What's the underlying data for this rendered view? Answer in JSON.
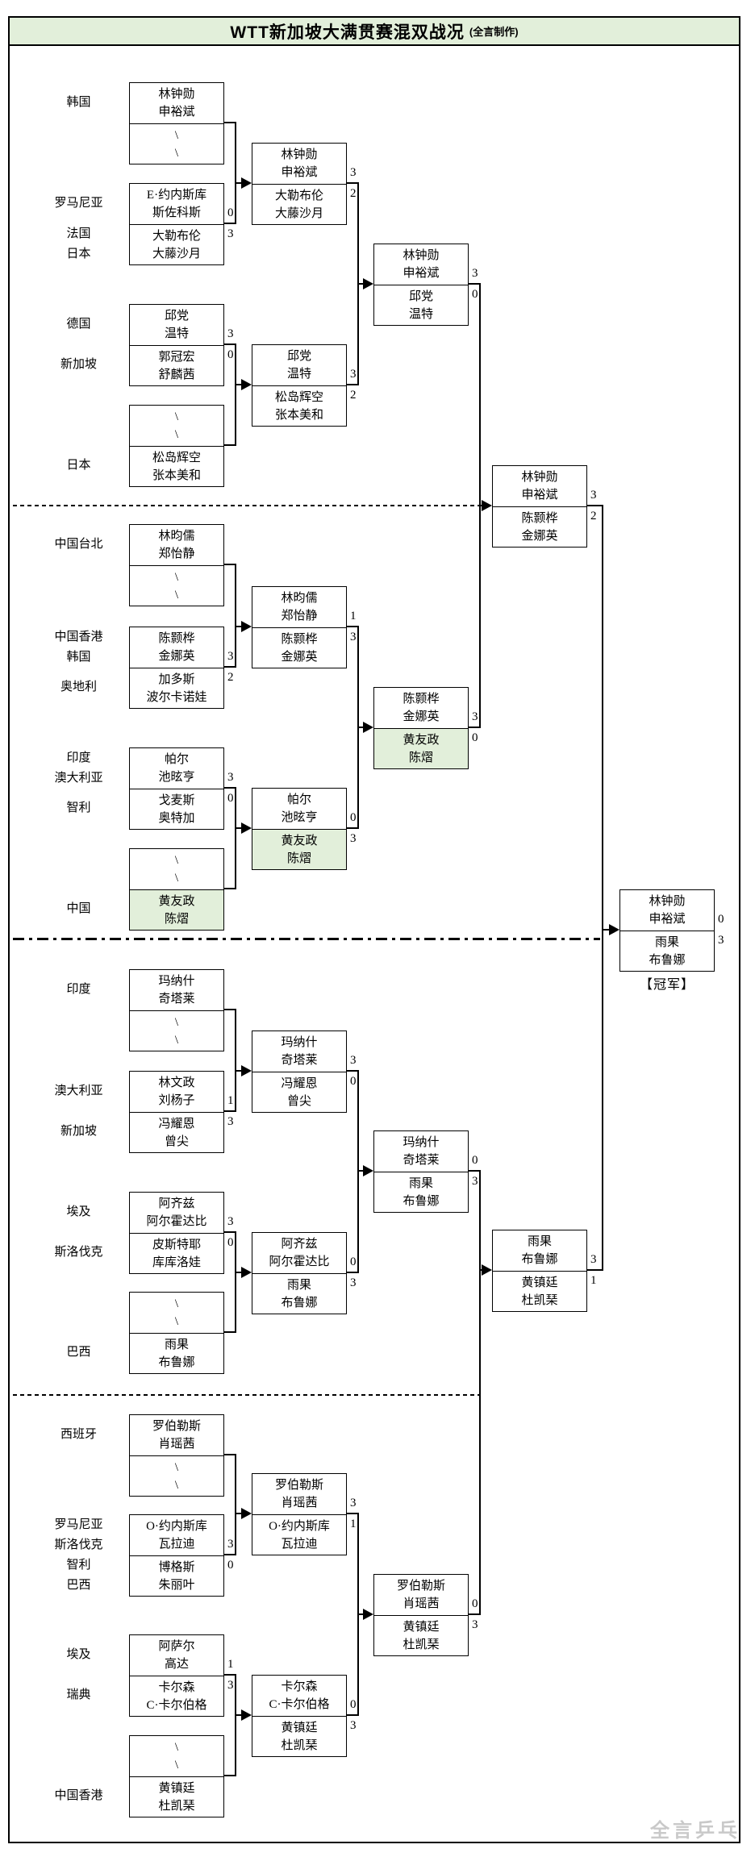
{
  "title": {
    "main": "WTT新加坡大满贯赛混双战况",
    "credit": "(全言制作)"
  },
  "watermark": "全言乒乓",
  "champion_caption": "【冠军】",
  "bye_symbol": "\\",
  "colors": {
    "highlight": "#e2efda",
    "title_bg": "#e2efda",
    "line": "#000000",
    "watermark": "#c9c9c9"
  },
  "country_labels": [
    {
      "id": "lbl-kor",
      "lines": [
        "韩国"
      ]
    },
    {
      "id": "lbl-rou",
      "lines": [
        "罗马尼亚"
      ]
    },
    {
      "id": "lbl-fra-jpn",
      "lines": [
        "法国",
        "日本"
      ]
    },
    {
      "id": "lbl-ger",
      "lines": [
        "德国"
      ]
    },
    {
      "id": "lbl-sgp",
      "lines": [
        "新加坡"
      ]
    },
    {
      "id": "lbl-jpn",
      "lines": [
        "日本"
      ]
    },
    {
      "id": "lbl-tpe",
      "lines": [
        "中国台北"
      ]
    },
    {
      "id": "lbl-hkg-kor",
      "lines": [
        "中国香港",
        "韩国"
      ]
    },
    {
      "id": "lbl-aut",
      "lines": [
        "奥地利"
      ]
    },
    {
      "id": "lbl-ind-aus",
      "lines": [
        "印度",
        "澳大利亚"
      ]
    },
    {
      "id": "lbl-chi",
      "lines": [
        "智利"
      ]
    },
    {
      "id": "lbl-chn",
      "lines": [
        "中国"
      ]
    },
    {
      "id": "lbl-ind",
      "lines": [
        "印度"
      ]
    },
    {
      "id": "lbl-aus",
      "lines": [
        "澳大利亚"
      ]
    },
    {
      "id": "lbl-sgp2",
      "lines": [
        "新加坡"
      ]
    },
    {
      "id": "lbl-egy",
      "lines": [
        "埃及"
      ]
    },
    {
      "id": "lbl-svk",
      "lines": [
        "斯洛伐克"
      ]
    },
    {
      "id": "lbl-bra",
      "lines": [
        "巴西"
      ]
    },
    {
      "id": "lbl-esp",
      "lines": [
        "西班牙"
      ]
    },
    {
      "id": "lbl-rou-svk",
      "lines": [
        "罗马尼亚",
        "斯洛伐克"
      ]
    },
    {
      "id": "lbl-chi-bra",
      "lines": [
        "智利",
        "巴西"
      ]
    },
    {
      "id": "lbl-egy2",
      "lines": [
        "埃及"
      ]
    },
    {
      "id": "lbl-swe",
      "lines": [
        "瑞典"
      ]
    },
    {
      "id": "lbl-hkg",
      "lines": [
        "中国香港"
      ]
    }
  ],
  "matches": [
    {
      "id": "p1",
      "top": {
        "lines": [
          "林钟勋",
          "申裕斌"
        ]
      },
      "bottom": {
        "bye": true
      }
    },
    {
      "id": "p2",
      "top": {
        "lines": [
          "E·约内斯库",
          "斯佐科斯"
        ],
        "score": 0
      },
      "bottom": {
        "lines": [
          "大勒布伦",
          "大藤沙月"
        ],
        "score": 3
      }
    },
    {
      "id": "p3",
      "top": {
        "lines": [
          "邱党",
          "温特"
        ],
        "score": 3
      },
      "bottom": {
        "lines": [
          "郭冠宏",
          "舒麟茜"
        ],
        "score": 0
      }
    },
    {
      "id": "p4",
      "top": {
        "bye": true
      },
      "bottom": {
        "lines": [
          "松岛辉空",
          "张本美和"
        ]
      }
    },
    {
      "id": "p5",
      "top": {
        "lines": [
          "林昀儒",
          "郑怡静"
        ]
      },
      "bottom": {
        "bye": true
      }
    },
    {
      "id": "p6",
      "top": {
        "lines": [
          "陈颢桦",
          "金娜英"
        ],
        "score": 3
      },
      "bottom": {
        "lines": [
          "加多斯",
          "波尔卡诺娃"
        ],
        "score": 2
      }
    },
    {
      "id": "p7",
      "top": {
        "lines": [
          "帕尔",
          "池昡亨"
        ],
        "score": 3
      },
      "bottom": {
        "lines": [
          "戈麦斯",
          "奥特加"
        ],
        "score": 0
      }
    },
    {
      "id": "p8",
      "top": {
        "bye": true
      },
      "bottom": {
        "lines": [
          "黄友政",
          "陈熠"
        ],
        "highlight": true
      }
    },
    {
      "id": "p9",
      "top": {
        "lines": [
          "玛纳什",
          "奇塔莱"
        ]
      },
      "bottom": {
        "bye": true
      }
    },
    {
      "id": "p10",
      "top": {
        "lines": [
          "林文政",
          "刘杨子"
        ],
        "score": 1
      },
      "bottom": {
        "lines": [
          "冯耀恩",
          "曾尖"
        ],
        "score": 3
      }
    },
    {
      "id": "p11",
      "top": {
        "lines": [
          "阿齐兹",
          "阿尔霍达比"
        ],
        "score": 3
      },
      "bottom": {
        "lines": [
          "皮斯特耶",
          "库库洛娃"
        ],
        "score": 0
      }
    },
    {
      "id": "p12",
      "top": {
        "bye": true
      },
      "bottom": {
        "lines": [
          "雨果",
          "布鲁娜"
        ]
      }
    },
    {
      "id": "p13",
      "top": {
        "lines": [
          "罗伯勒斯",
          "肖瑶茜"
        ]
      },
      "bottom": {
        "bye": true
      }
    },
    {
      "id": "p14",
      "top": {
        "lines": [
          "O·约内斯库",
          "瓦拉迪"
        ],
        "score": 3
      },
      "bottom": {
        "lines": [
          "博格斯",
          "朱丽叶"
        ],
        "score": 0
      }
    },
    {
      "id": "p15",
      "top": {
        "lines": [
          "阿萨尔",
          "高达"
        ],
        "score": 1
      },
      "bottom": {
        "lines": [
          "卡尔森",
          "C·卡尔伯格"
        ],
        "score": 3
      }
    },
    {
      "id": "p16",
      "top": {
        "bye": true
      },
      "bottom": {
        "lines": [
          "黄镇廷",
          "杜凯琹"
        ]
      }
    },
    {
      "id": "r2m1",
      "top": {
        "lines": [
          "林钟勋",
          "申裕斌"
        ],
        "score": 3
      },
      "bottom": {
        "lines": [
          "大勒布伦",
          "大藤沙月"
        ],
        "score": 2
      }
    },
    {
      "id": "r2m2",
      "top": {
        "lines": [
          "邱党",
          "温特"
        ],
        "score": 3
      },
      "bottom": {
        "lines": [
          "松岛辉空",
          "张本美和"
        ],
        "score": 2
      }
    },
    {
      "id": "r2m3",
      "top": {
        "lines": [
          "林昀儒",
          "郑怡静"
        ],
        "score": 1
      },
      "bottom": {
        "lines": [
          "陈颢桦",
          "金娜英"
        ],
        "score": 3
      }
    },
    {
      "id": "r2m4",
      "top": {
        "lines": [
          "帕尔",
          "池昡亨"
        ],
        "score": 0
      },
      "bottom": {
        "lines": [
          "黄友政",
          "陈熠"
        ],
        "score": 3,
        "highlight": true
      }
    },
    {
      "id": "r2m5",
      "top": {
        "lines": [
          "玛纳什",
          "奇塔莱"
        ],
        "score": 3
      },
      "bottom": {
        "lines": [
          "冯耀恩",
          "曾尖"
        ],
        "score": 0
      }
    },
    {
      "id": "r2m6",
      "top": {
        "lines": [
          "阿齐兹",
          "阿尔霍达比"
        ],
        "score": 0
      },
      "bottom": {
        "lines": [
          "雨果",
          "布鲁娜"
        ],
        "score": 3
      }
    },
    {
      "id": "r2m7",
      "top": {
        "lines": [
          "罗伯勒斯",
          "肖瑶茜"
        ],
        "score": 3
      },
      "bottom": {
        "lines": [
          "O·约内斯库",
          "瓦拉迪"
        ],
        "score": 1
      }
    },
    {
      "id": "r2m8",
      "top": {
        "lines": [
          "卡尔森",
          "C·卡尔伯格"
        ],
        "score": 0
      },
      "bottom": {
        "lines": [
          "黄镇廷",
          "杜凯琹"
        ],
        "score": 3
      }
    },
    {
      "id": "qf1",
      "top": {
        "lines": [
          "林钟勋",
          "申裕斌"
        ],
        "score": 3
      },
      "bottom": {
        "lines": [
          "邱党",
          "温特"
        ],
        "score": 0
      }
    },
    {
      "id": "qf2",
      "top": {
        "lines": [
          "陈颢桦",
          "金娜英"
        ],
        "score": 3
      },
      "bottom": {
        "lines": [
          "黄友政",
          "陈熠"
        ],
        "score": 0,
        "highlight": true
      }
    },
    {
      "id": "qf3",
      "top": {
        "lines": [
          "玛纳什",
          "奇塔莱"
        ],
        "score": 0
      },
      "bottom": {
        "lines": [
          "雨果",
          "布鲁娜"
        ],
        "score": 3
      }
    },
    {
      "id": "qf4",
      "top": {
        "lines": [
          "罗伯勒斯",
          "肖瑶茜"
        ],
        "score": 0
      },
      "bottom": {
        "lines": [
          "黄镇廷",
          "杜凯琹"
        ],
        "score": 3
      }
    },
    {
      "id": "sf1",
      "top": {
        "lines": [
          "林钟勋",
          "申裕斌"
        ],
        "score": 3
      },
      "bottom": {
        "lines": [
          "陈颢桦",
          "金娜英"
        ],
        "score": 2
      }
    },
    {
      "id": "sf2",
      "top": {
        "lines": [
          "雨果",
          "布鲁娜"
        ],
        "score": 3
      },
      "bottom": {
        "lines": [
          "黄镇廷",
          "杜凯琹"
        ],
        "score": 1
      }
    },
    {
      "id": "f1",
      "top": {
        "lines": [
          "林钟勋",
          "申裕斌"
        ],
        "score": 0
      },
      "bottom": {
        "lines": [
          "雨果",
          "布鲁娜"
        ],
        "score": 3
      }
    }
  ]
}
